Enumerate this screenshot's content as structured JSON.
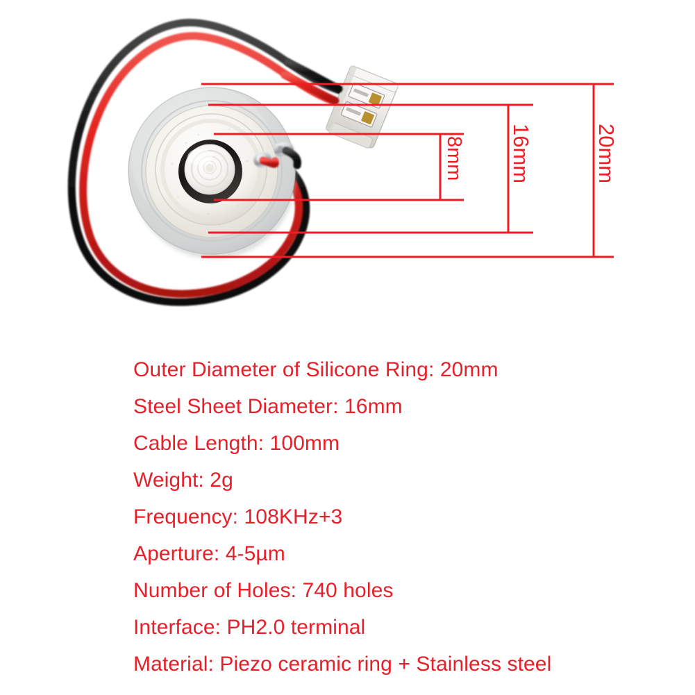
{
  "product": {
    "name": "ultrasonic-piezo-atomizer-disc",
    "disc": {
      "silicone_ring_color": "#d8dada",
      "ceramic_color": "#f4f2ee",
      "inner_black_ring_color": "#241f1d",
      "mesh_center_color": "#f3f2ef"
    },
    "cable": {
      "red_wire_color": "#e2231f",
      "black_wire_color": "#141414",
      "length_label": "100mm"
    },
    "connector": {
      "type": "PH2.0 terminal",
      "housing_color": "#e9e9e7",
      "pin_color": "#b8902f"
    }
  },
  "dimensions": {
    "annotation_color": "#ee1c25",
    "callouts": [
      {
        "id": "inner-aperture",
        "label": "8mm",
        "value": 8,
        "unit": "mm"
      },
      {
        "id": "steel-sheet",
        "label": "16mm",
        "value": 16,
        "unit": "mm"
      },
      {
        "id": "silicone-outer",
        "label": "20mm",
        "value": 20,
        "unit": "mm"
      }
    ]
  },
  "specs": {
    "text_color": "#e6202a",
    "items": [
      "Outer Diameter of Silicone Ring: 20mm",
      "Steel Sheet Diameter: 16mm",
      "Cable Length: 100mm",
      "Weight: 2g",
      "Frequency: 108KHz+3",
      "Aperture: 4-5µm",
      "Number of Holes: 740 holes",
      "Interface: PH2.0 terminal",
      "Material: Piezo ceramic ring + Stainless steel"
    ]
  }
}
